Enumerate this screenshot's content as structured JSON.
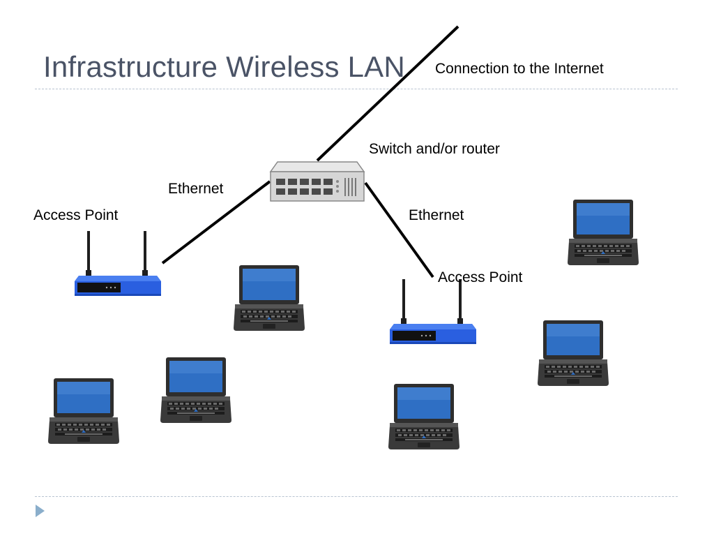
{
  "slide": {
    "title": "Infrastructure Wireless LAN"
  },
  "labels": {
    "internet": "Connection to the Internet",
    "switch": "Switch and/or router",
    "ethernet_left": "Ethernet",
    "ethernet_right": "Ethernet",
    "access_point_left": "Access Point",
    "access_point_right": "Access Point"
  },
  "icons": {
    "switch": "network-switch-icon",
    "access_point": "wireless-router-icon",
    "laptop": "laptop-icon",
    "navigation": "triangle-right-icon"
  },
  "colors": {
    "title": "#4a5366",
    "router_blue": "#2a5fe0",
    "laptop_body": "#3a3a3a",
    "laptop_screen": "#2f6fc4",
    "switch_body": "#d6d6d6"
  }
}
